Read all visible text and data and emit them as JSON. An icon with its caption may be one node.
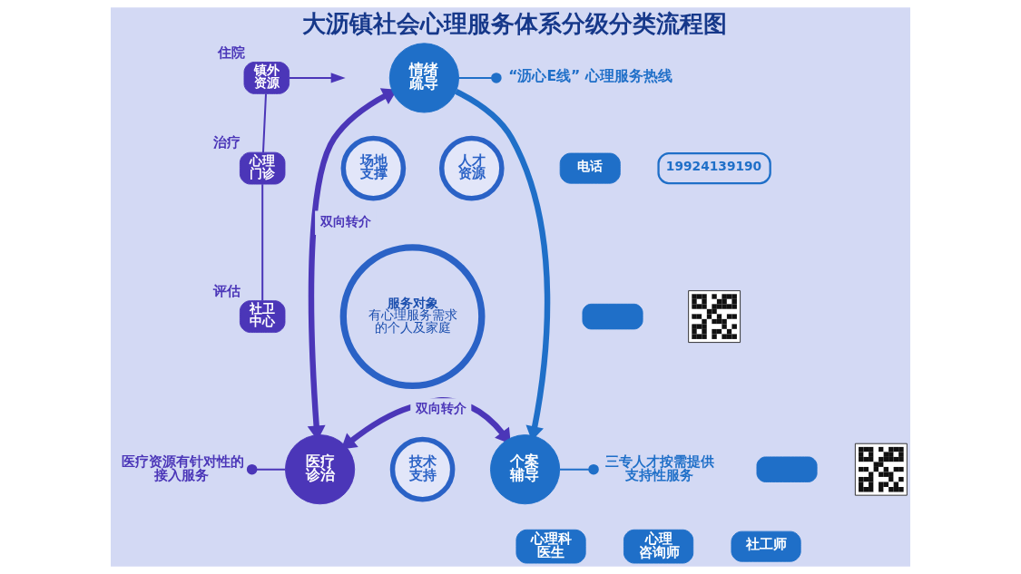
{
  "diagram": {
    "title": "大沥镇社会心理服务体系分级分类流程图",
    "nodes": [
      {
        "text": [
          "情绪疏导"
        ]
      },
      {
        "text": [
          "“沥心E线” 心理服务热线"
        ]
      },
      {
        "text": [
          "电话"
        ]
      },
      {
        "text": [
          "19924139190"
        ]
      },
      {
        "text": [],
        "shape": "box"
      },
      {
        "text": [],
        "shape": "picture"
      },
      {
        "text": [],
        "shape": "box"
      },
      {
        "text": [],
        "shape": "picture"
      },
      {
        "text": [
          "社卫中心"
        ],
        "beside": [
          "评估"
        ]
      },
      {
        "text": [
          "心理门诊"
        ],
        "beside": [
          "治疗"
        ]
      },
      {
        "text": [
          "镇外资源"
        ],
        "beside": [
          "住院"
        ]
      },
      {
        "text": [
          "服务对象",
          "有心理服务需求的个人及家庭"
        ]
      },
      {
        "text": [
          "场地支撑"
        ]
      },
      {
        "text": [
          "人才资源"
        ]
      },
      {
        "text": [
          "技术支持"
        ]
      },
      {
        "text": [
          "医疗资源有针对性的接入服务"
        ]
      },
      {
        "text": [
          "医疗诊治"
        ]
      },
      {
        "text": [
          "个案辅导"
        ]
      },
      {
        "text": [
          "三专人才按需提供支持性服务"
        ]
      },
      {
        "text": [
          "心理科医生"
        ]
      },
      {
        "text": [
          "心理咨询师"
        ]
      },
      {
        "text": [
          "社工师"
        ]
      }
    ],
    "edges": [
      {
        "from": 0,
        "to": 1,
        "arrow": "other",
        "color": "#1f6fc8"
      },
      {
        "from": 0,
        "to": 17,
        "arrow": "to",
        "style": "thick",
        "color": "#1f6fc8"
      },
      {
        "from": 0,
        "to": 16,
        "arrow": "both",
        "label": "双向转介",
        "style": "thick"
      },
      {
        "from": 16,
        "to": 17,
        "arrow": "both",
        "label": "双向转介",
        "style": "thick"
      },
      {
        "from": 16,
        "to": 15,
        "arrow": "other"
      },
      {
        "from": 17,
        "to": 18,
        "arrow": "other",
        "color": "#1f6fc8"
      },
      {
        "from": 8,
        "to": 9,
        "arrow": "none"
      },
      {
        "from": 9,
        "to": 10,
        "arrow": "none"
      },
      {
        "from": 10,
        "to": null,
        "arrow": "to"
      }
    ]
  }
}
